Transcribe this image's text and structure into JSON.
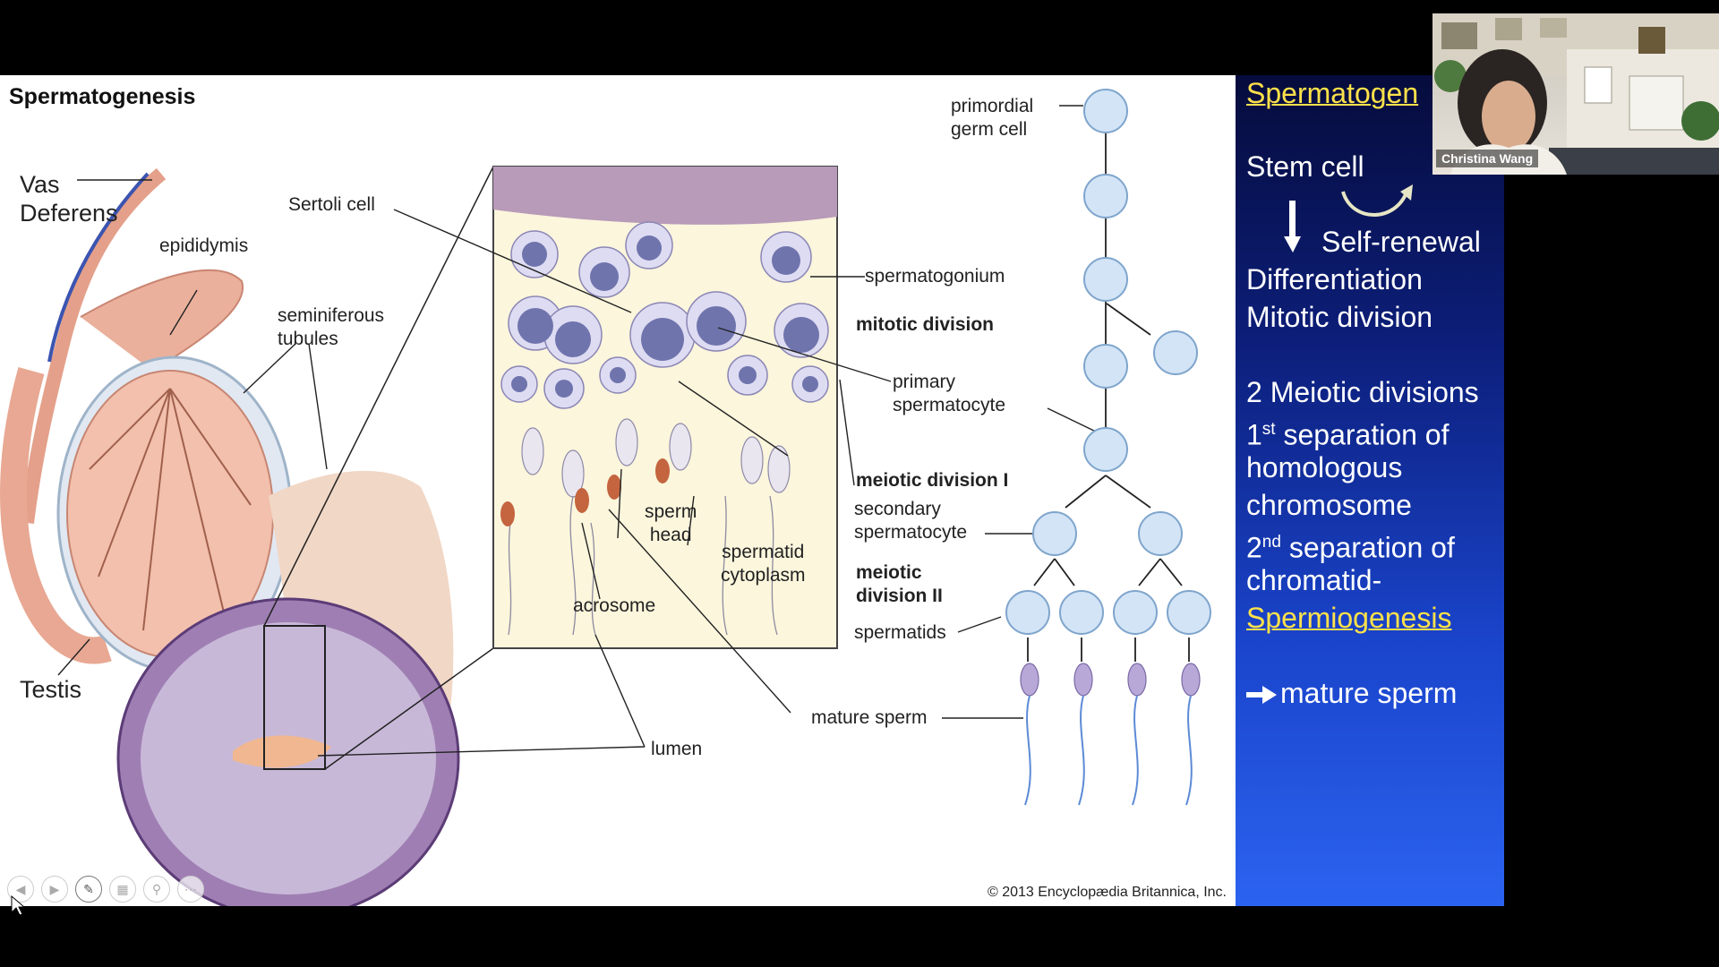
{
  "slide": {
    "heading": "Spermatogenesis",
    "copyright": "© 2013 Encyclopædia Britannica, Inc.",
    "labels": {
      "vas_deferens": "Vas\nDeferens",
      "epididymis": "epididymis",
      "testis": "Testis",
      "sertoli_cell": "Sertoli cell",
      "seminiferous_tubules": "seminiferous\ntubules",
      "spermatogonium": "spermatogonium",
      "mitotic_division": "mitotic division",
      "primary_spermatocyte": "primary\nspermatocyte",
      "meiotic_division_1": "meiotic division I",
      "secondary_spermatocyte": "secondary\nspermatocyte",
      "meiotic_division_2": "meiotic\ndivision II",
      "spermatids": "spermatids",
      "sperm_head": "sperm\nhead",
      "spermatid_cytoplasm": "spermatid\ncytoplasm",
      "acrosome": "acrosome",
      "mature_sperm": "mature sperm",
      "lumen": "lumen",
      "primordial_germ_cell": "primordial\ngerm cell"
    },
    "toolbar": [
      "previous-icon",
      "next-icon",
      "pen-icon",
      "slides-icon",
      "zoom-icon",
      "more-icon"
    ]
  },
  "panel": {
    "title": "Spermatogen",
    "stem_cell": "Stem cell",
    "self_renewal": "Self-renewal",
    "differentiation": "Differentiation",
    "mitotic_division": "Mitotic division",
    "meiotic_divisions": "2 Meiotic divisions",
    "first_prefix": "1",
    "first_sup": "st",
    "first_rest": "  separation of",
    "homologous": "homologous",
    "chromosome": "chromosome",
    "second_prefix": "2",
    "second_sup": "nd",
    "second_rest": " separation of",
    "chromatid": "chromatid-",
    "spermiogenesis": "Spermiogenesis",
    "mature_sperm": "mature sperm",
    "colors": {
      "accent_yellow": "#ffe14a",
      "panel_top": "#060c3c",
      "panel_bottom": "#2b63f0"
    }
  },
  "video": {
    "participant_name": "Christina Wang"
  }
}
